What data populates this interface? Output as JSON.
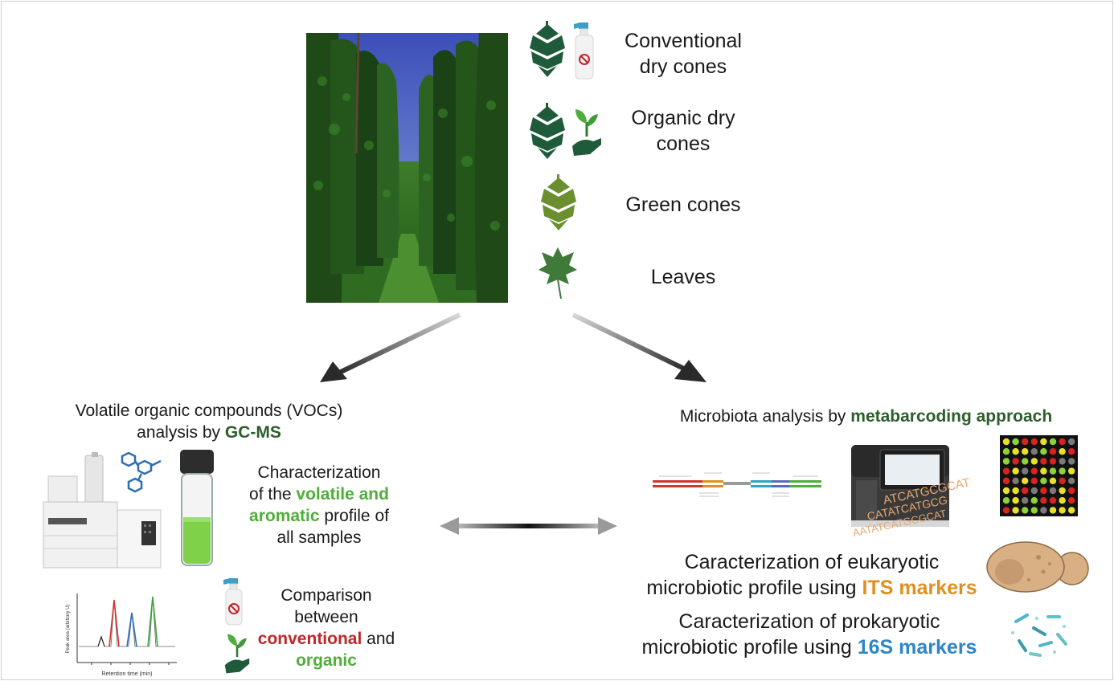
{
  "samples": [
    {
      "line1": "Conventional",
      "line2": "dry cones"
    },
    {
      "line1": "Organic dry",
      "line2": "cones"
    },
    {
      "line1": "Green cones"
    },
    {
      "line1": "Leaves"
    }
  ],
  "voc": {
    "title_line1": "Volatile organic compounds (VOCs)",
    "title_prefix": "analysis by ",
    "title_highlight": "GC-MS",
    "char_line1": "Characterization",
    "char_line2_prefix": "of the ",
    "char_line2_highlight": "volatile and",
    "char_line3_highlight": "aromatic",
    "char_line3_suffix": " profile of",
    "char_line4": "all samples",
    "comp_line1": "Comparison",
    "comp_line2": "between",
    "comp_line3_highlight": "conventional",
    "comp_line3_suffix": " and",
    "comp_line4_highlight": "organic",
    "chromatogram_xlabel": "Retention time (min)",
    "chromatogram_ylabel": "Peak area (arbitrary U)"
  },
  "micro": {
    "title_prefix": "Microbiota analysis by ",
    "title_highlight": "metabarcoding approach",
    "euk_line1": "Caracterization of eukaryotic",
    "euk_line2_prefix": "microbiotic profile using ",
    "euk_line2_highlight": "ITS markers",
    "pro_line1": "Caracterization of prokaryotic",
    "pro_line2_prefix": "microbiotic profile using ",
    "pro_line2_highlight": "16S markers",
    "dna_text": [
      "ATCATGCGCAT",
      "CATATCATGCG",
      "AATATCATGCGCAT"
    ]
  },
  "colors": {
    "dark_green": "#2b5e2b",
    "light_green": "#4fae3a",
    "red": "#c0262a",
    "orange": "#e0901f",
    "blue": "#2d86c8"
  }
}
